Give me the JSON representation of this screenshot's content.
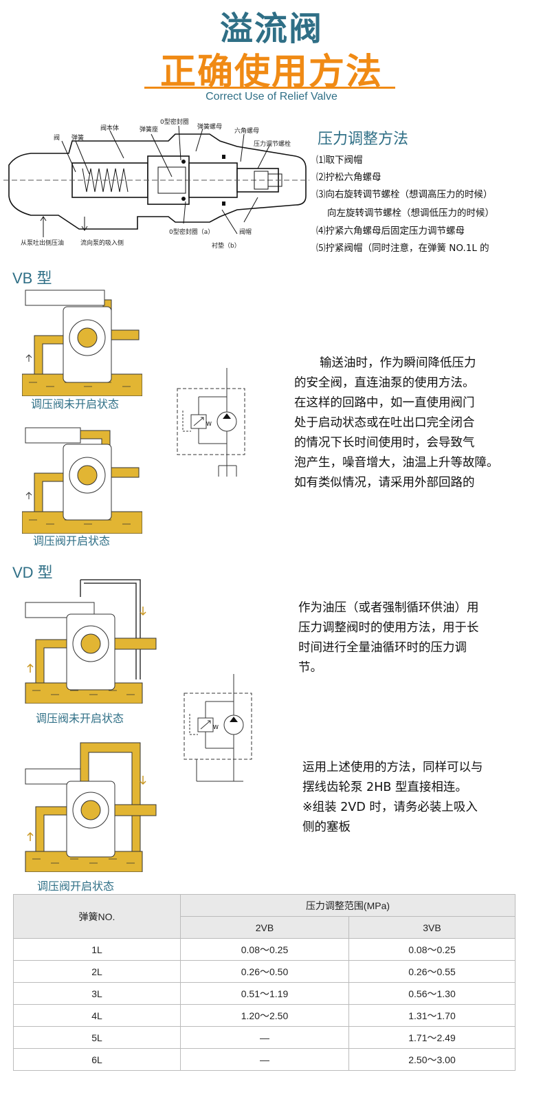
{
  "header": {
    "title": "溢流阀",
    "subtitle_cn": "正确使用方法",
    "subtitle_en": "Correct Use of Relief Valve"
  },
  "diagram_labels": {
    "valve": "阀",
    "spring": "弹簧",
    "valve_body": "阀本体",
    "spring_seat": "弹簧座",
    "oring_top": "0型密封圈",
    "spring_nut": "弹簧螺母",
    "hex_nut": "六角螺母",
    "adjust_bolt": "压力调节螺栓",
    "from_pump": "从泵吐出侧压油",
    "to_pump": "流向泵的吸入侧",
    "oring_a": "0型密封圈（a）",
    "gasket_b": "衬垫（b）",
    "valve_cap": "阀帽"
  },
  "pressure_adjust": {
    "heading": "压力调整方法",
    "steps": [
      "⑴取下阀帽",
      "⑵拧松六角螺母",
      "⑶向右旋转调节螺栓（想调高压力的时候）",
      "向左旋转调节螺栓（想调低压力的时候）",
      "⑷拧紧六角螺母后固定压力调节螺母",
      "⑸拧紧阀帽（同时注意，在弹簧 NO.1L 的"
    ]
  },
  "vb": {
    "heading": "VB 型",
    "caption_closed": "调压阀未开启状态",
    "caption_open": "调压阀开启状态",
    "description": [
      "输送油时，作为瞬间降低压力",
      "的安全阀，直连油泵的使用方法。",
      "在这样的回路中，如一直使用阀门",
      "处于启动状态或在吐出口完全闭合",
      "的情况下长时间使用时，会导致气",
      "泡产生，噪音增大，油温上升等故障。",
      "如有类似情况，请采用外部回路的"
    ],
    "circuit_w": "W"
  },
  "vd": {
    "heading": "VD 型",
    "caption_closed": "调压阀未开启状态",
    "caption_open": "调压阀开启状态",
    "description": [
      "作为油压（或者强制循环供油）用",
      "压力调整阀时的使用方法，用于长",
      "时间进行全量油循环时的压力调",
      "节。"
    ],
    "description2": [
      "运用上述使用的方法，同样可以与",
      "摆线齿轮泵 2HB 型直接相连。",
      "※组装 2VD 时，请务必装上吸入",
      "侧的塞板"
    ],
    "circuit_w": "W"
  },
  "spec_table": {
    "col_spring": "弹簧NO.",
    "col_range": "压力调整范围(MPa)",
    "col_2vb": "2VB",
    "col_3vb": "3VB",
    "rows": [
      {
        "no": "1L",
        "v2": "0.08～0.25",
        "v3": "0.08～0.25"
      },
      {
        "no": "2L",
        "v2": "0.26～0.50",
        "v3": "0.26～0.55"
      },
      {
        "no": "3L",
        "v2": "0.51～1.19",
        "v3": "0.56～1.30"
      },
      {
        "no": "4L",
        "v2": "1.20～2.50",
        "v3": "1.31～1.70"
      },
      {
        "no": "5L",
        "v2": "—",
        "v3": "1.71～2.49"
      },
      {
        "no": "6L",
        "v2": "—",
        "v3": "2.50～3.00"
      }
    ]
  },
  "colors": {
    "teal": "#2f6f86",
    "orange": "#f08a14",
    "oil": "#e2b533",
    "table_header": "#e9e9e9"
  }
}
